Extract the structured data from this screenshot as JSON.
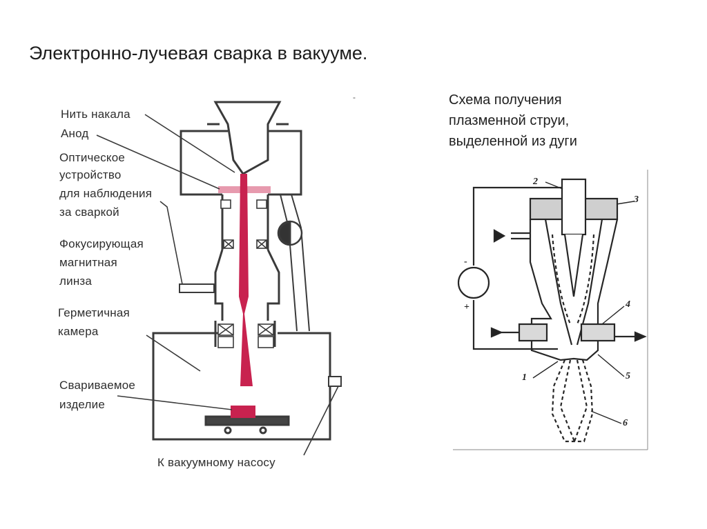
{
  "slide": {
    "title": "Электронно-лучевая сварка в вакууме.",
    "stray_mark": "-"
  },
  "caption": {
    "lines": [
      "Схема получения",
      "плазменной  струи,",
      "выделенной из дуги"
    ]
  },
  "left_diagram": {
    "labels": {
      "filament": "Нить накала",
      "anode": "Анод",
      "optical_1": "Оптическое",
      "optical_2": "устройство",
      "optical_3": "для наблюдения",
      "optical_4": "за сваркой",
      "lens_1": "Фокусирующая",
      "lens_2": "магнитная",
      "lens_3": "линза",
      "chamber_1": "Герметичная",
      "chamber_2": "камера",
      "workpiece_1": "Свариваемое",
      "workpiece_2": "изделие",
      "pump": "К вакуумному насосу"
    },
    "colors": {
      "beam": "#c8224f",
      "anode": "#e79aae",
      "lines": "#3a3a3a"
    }
  },
  "right_diagram": {
    "numbers": [
      "1",
      "2",
      "3",
      "4",
      "5",
      "6"
    ],
    "polarity": {
      "minus": "-",
      "plus": "+"
    }
  }
}
